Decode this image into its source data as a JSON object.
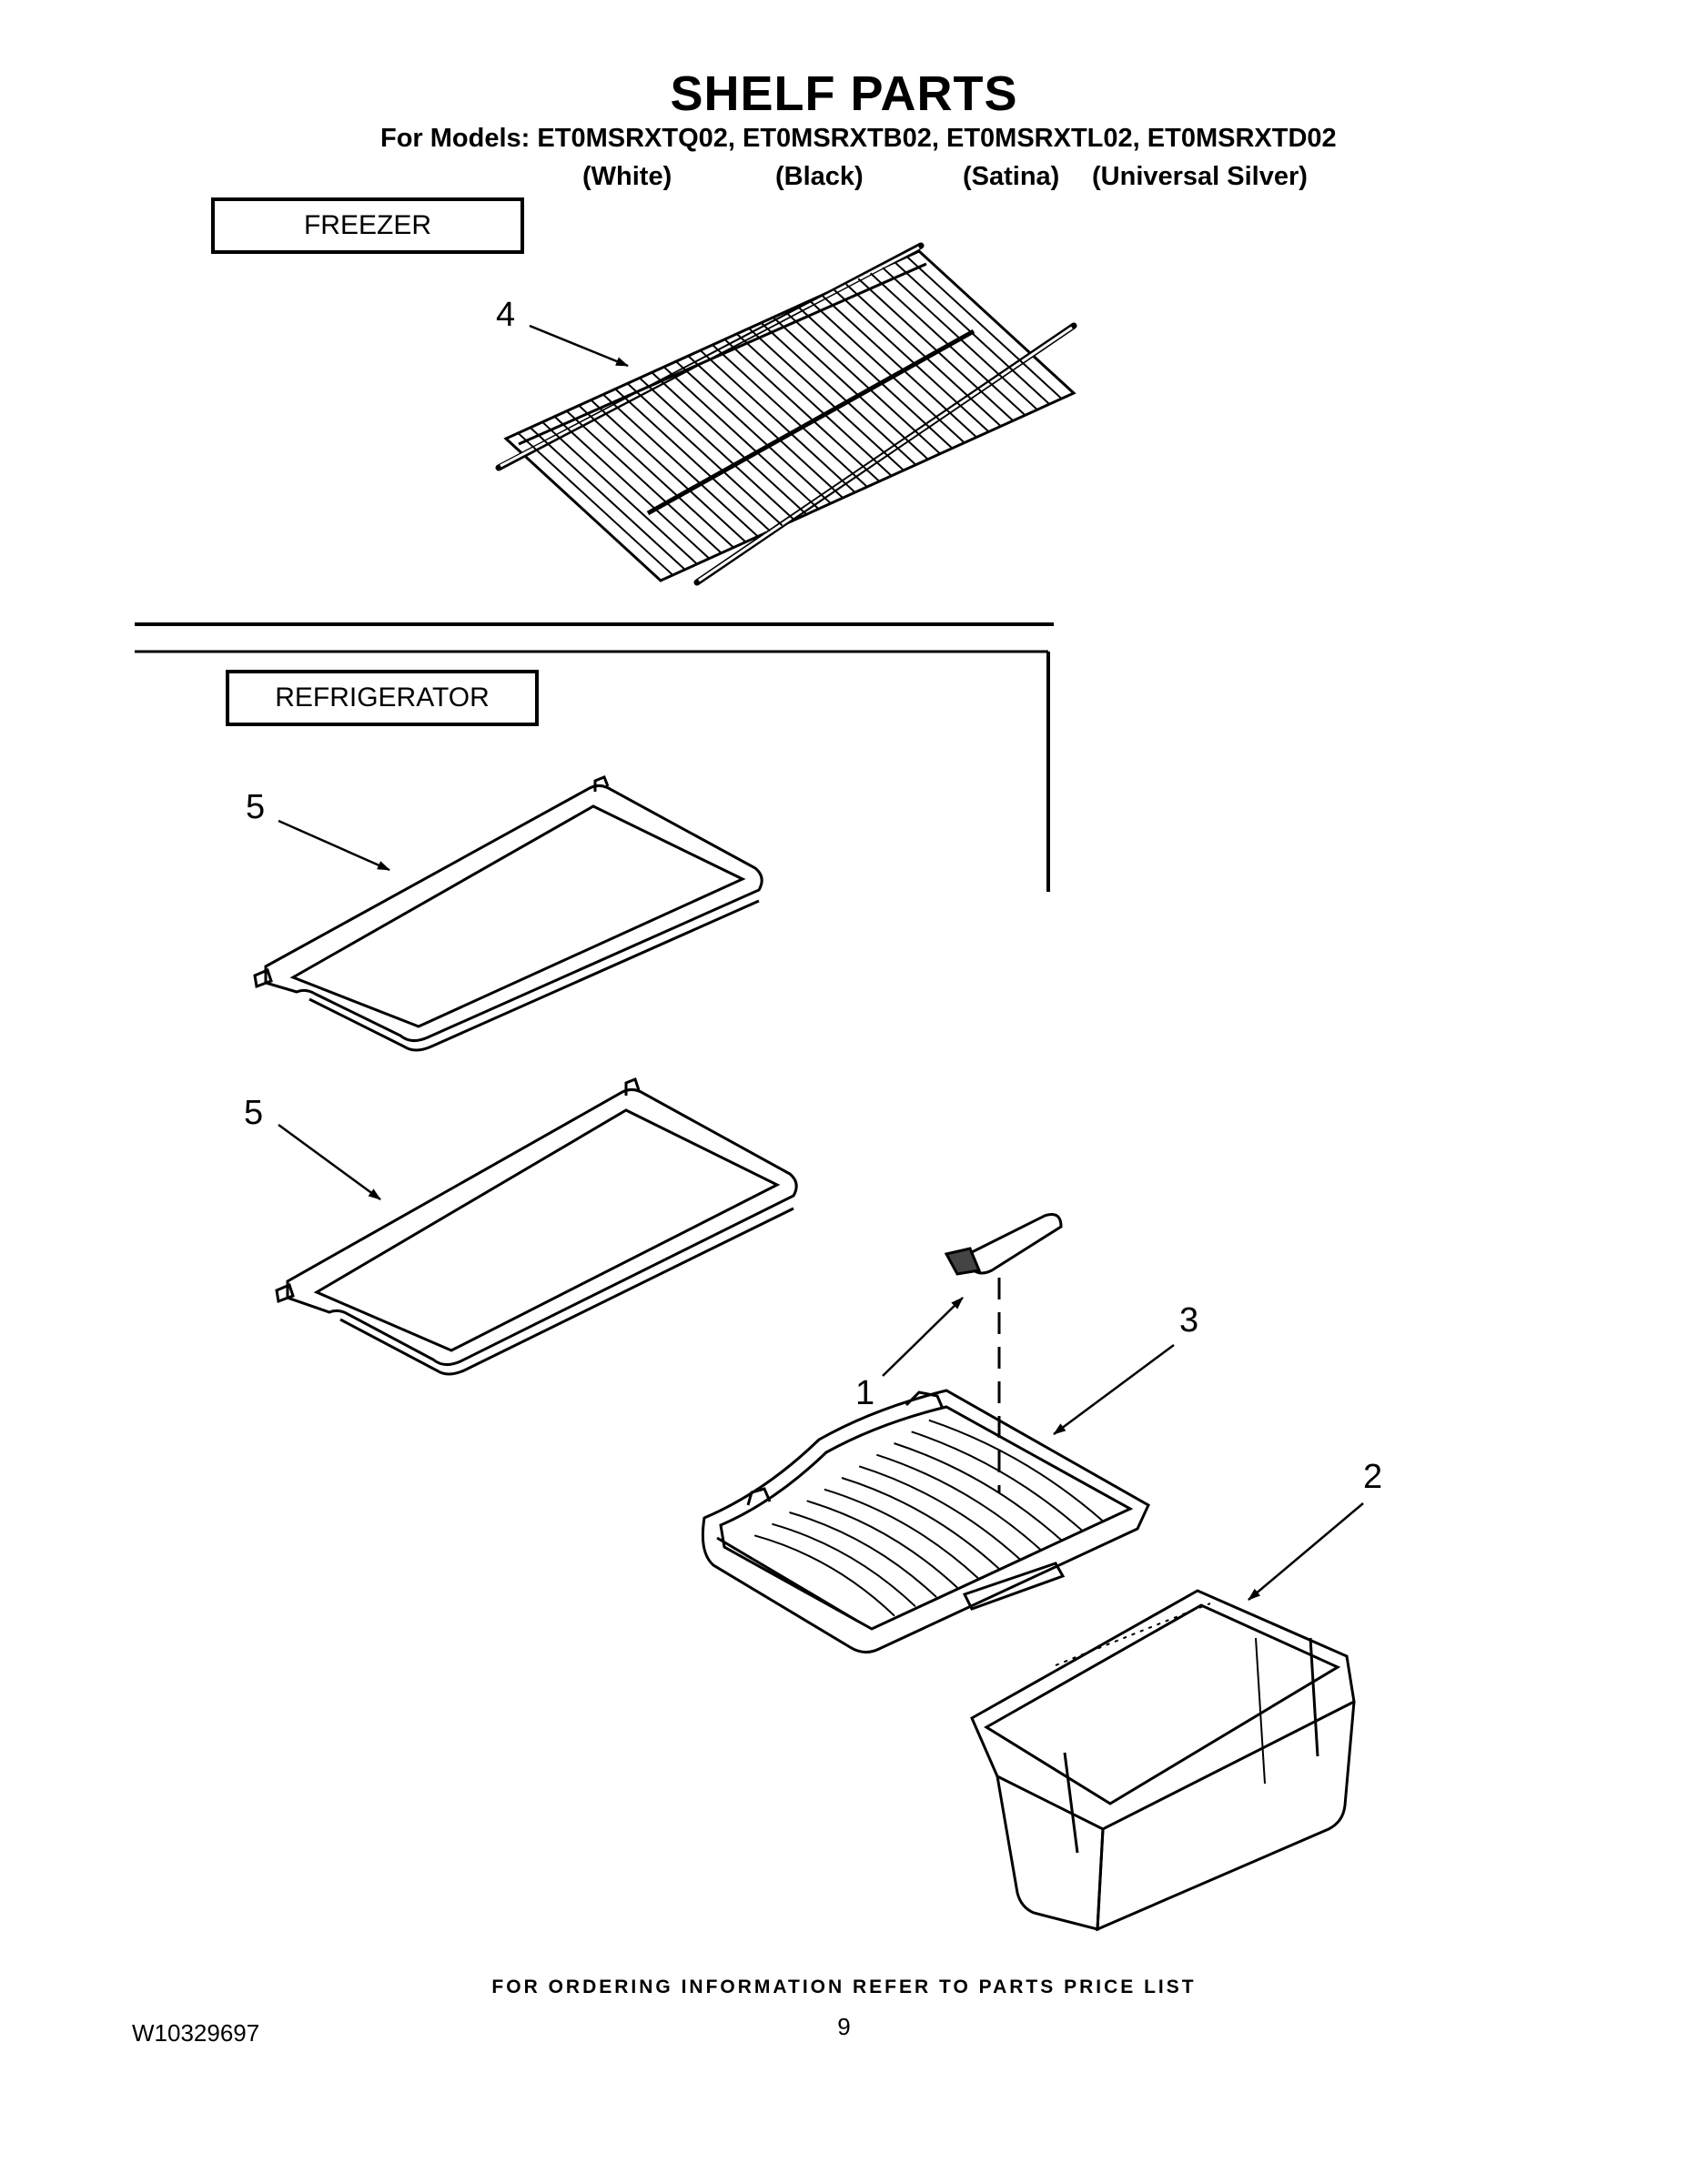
{
  "header": {
    "title": "SHELF PARTS",
    "models_line": "For Models: ET0MSRXTQ02, ET0MSRXTB02, ET0MSRXTL02, ET0MSRXTD02",
    "colors": [
      "(White)",
      "(Black)",
      "(Satina)",
      "(Universal Silver)"
    ]
  },
  "sections": {
    "freezer": "FREEZER",
    "refrigerator": "REFRIGERATOR"
  },
  "callouts": {
    "wire_shelf": "4",
    "glass_shelf_upper": "5",
    "glass_shelf_lower": "5",
    "small_part": "1",
    "crisper_cover": "3",
    "crisper_drawer": "2"
  },
  "footer": {
    "ordering": "FOR ORDERING INFORMATION REFER TO PARTS PRICE LIST",
    "document_number": "W10329697",
    "page_number": "9"
  }
}
